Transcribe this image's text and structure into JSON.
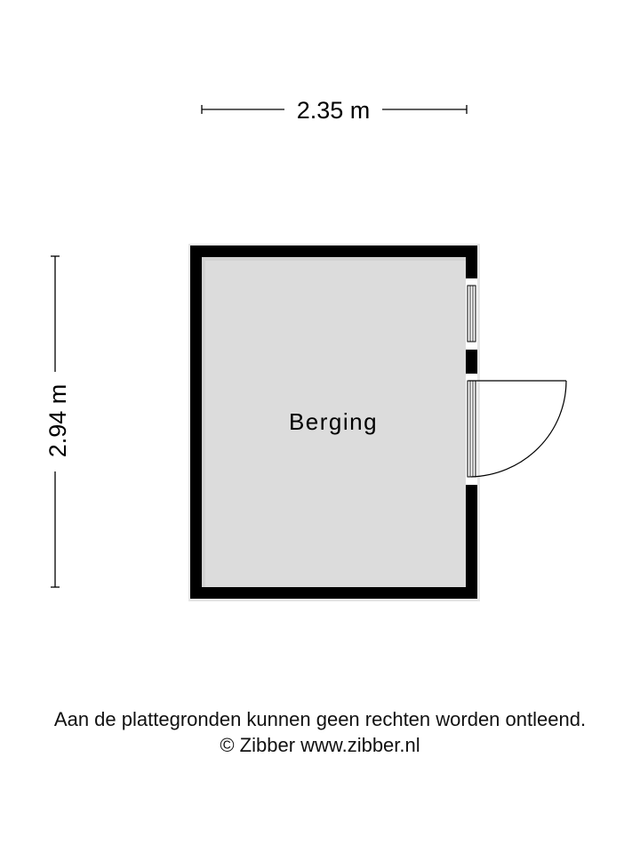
{
  "floorplan": {
    "dimensions": {
      "width_label": "2.35 m",
      "height_label": "2.94 m"
    },
    "rooms": [
      {
        "name": "Berging"
      }
    ],
    "openings": [
      {
        "type": "window",
        "wall": "right"
      },
      {
        "type": "door",
        "wall": "right",
        "swing": "outward"
      }
    ],
    "colors": {
      "wall": "#000000",
      "floor": "#dcdcdc",
      "background": "#ffffff"
    }
  },
  "footer": {
    "disclaimer": "Aan de plattegronden kunnen geen rechten worden ontleend.",
    "copyright": "© Zibber www.zibber.nl"
  }
}
